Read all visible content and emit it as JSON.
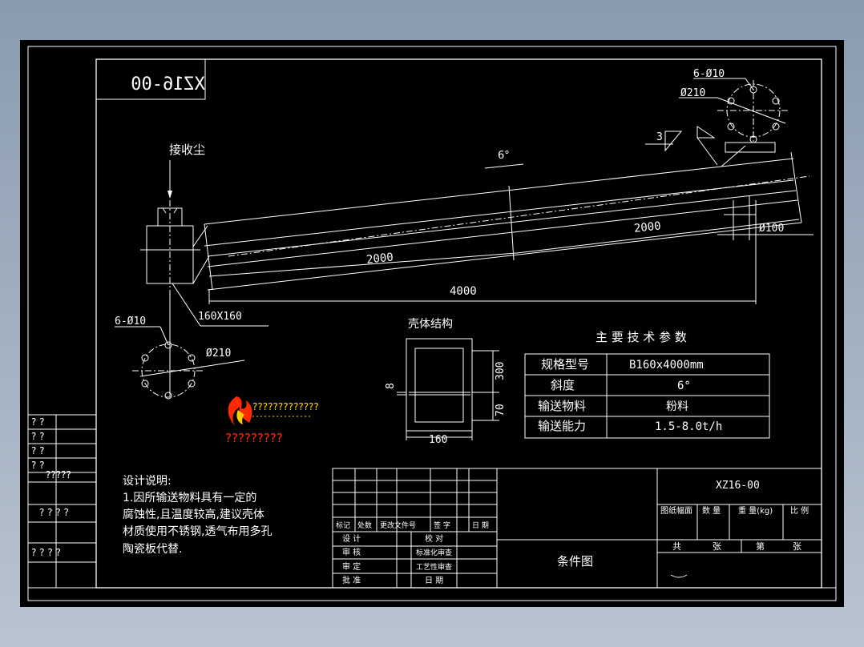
{
  "drawing_no_stamp": "XZ16-00",
  "inlet_label": "接收尘",
  "angle_top": "6°",
  "dim_2000_a": "2000",
  "dim_2000_b": "2000",
  "dim_4000": "4000",
  "dim_d100": "Ø100",
  "flange_top": {
    "holes": "6-Ø10",
    "dia": "Ø210",
    "roughness": "3"
  },
  "flange_left": {
    "holes": "6-Ø10",
    "dia": "Ø210"
  },
  "inlet_size": "160X160",
  "section": {
    "title": "壳体结构",
    "dim_300": "300",
    "dim_70": "70",
    "dim_160": "160",
    "dim_8": "8"
  },
  "params": {
    "title": "主 要 技 术 参 数",
    "rows": [
      {
        "label": "规格型号",
        "value": "B160x4000mm"
      },
      {
        "label": "斜度",
        "value": "6°"
      },
      {
        "label": "输送物料",
        "value": "粉料"
      },
      {
        "label": "输送能力",
        "value": "1.5-8.0t/h"
      }
    ]
  },
  "logo_text_1": "?????????????",
  "logo_text_2": "?????????",
  "notes": {
    "title": "设计说明:",
    "lines": [
      "1.因所输送物料具有一定的",
      "腐蚀性,且温度较高,建议壳体",
      "材质使用不锈钢,透气布用多孔",
      "陶瓷板代替."
    ]
  },
  "left_strip": [
    "? ?",
    "? ?",
    "? ?",
    "? ?",
    "?????",
    "? ? ? ?",
    "? ? ?   ?"
  ],
  "title_block": {
    "revision_headers": [
      "标记",
      "处数",
      "更改文件号",
      "签  字",
      "日 期"
    ],
    "sign_rows": [
      {
        "role": "设 计",
        "role2": "校 对"
      },
      {
        "role": "审 核",
        "role2": "标准化审查"
      },
      {
        "role": "审 定",
        "role2": "工艺性审查"
      },
      {
        "role": "批 准",
        "role2": "日 期"
      }
    ],
    "drawing_name": "条件图",
    "drawing_no": "XZ16-00",
    "meta_headers": [
      "图纸幅面",
      "数 量",
      "重 量(kg)",
      "比 例"
    ],
    "sheet_total": "共",
    "sheet_unit": "张",
    "sheet_no": "第",
    "sheet_unit2": "张"
  },
  "colors": {
    "background": "#000000",
    "line": "#ffffff",
    "logo_red": "#ff2a00",
    "logo_yellow": "#ffcc00",
    "logo_text": "#ffdd00"
  }
}
